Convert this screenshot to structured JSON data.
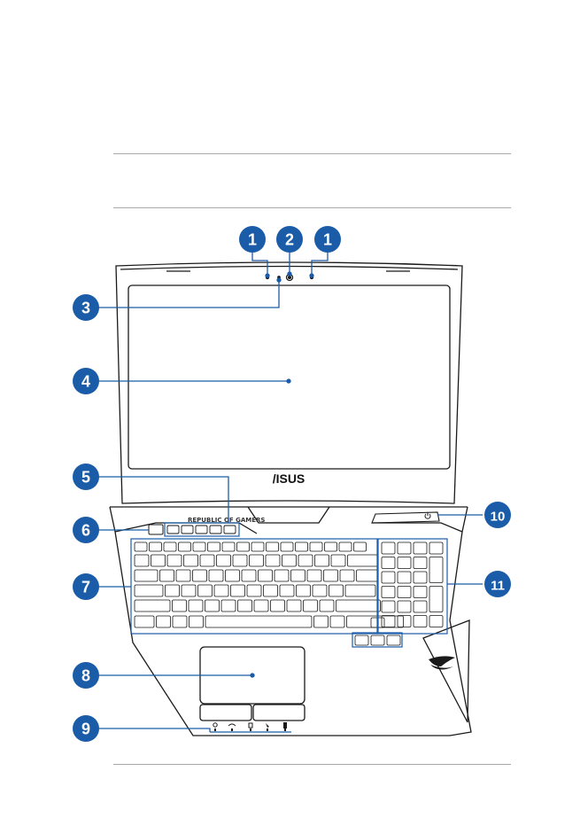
{
  "brand_logo": "/ISUS",
  "series_label": "REPUBLIC OF GAMERS",
  "colors": {
    "callout_fill": "#1a5ca8",
    "callout_line": "#1a5ca8",
    "outline": "#1a1a1a",
    "rule": "#a8a8a8"
  },
  "callouts": [
    {
      "num": "1",
      "target": "microphone-left"
    },
    {
      "num": "2",
      "target": "camera"
    },
    {
      "num": "1",
      "target": "microphone-right"
    },
    {
      "num": "3",
      "target": "camera-indicator"
    },
    {
      "num": "4",
      "target": "display-panel"
    },
    {
      "num": "5",
      "target": "hotkeys"
    },
    {
      "num": "6",
      "target": "power-button"
    },
    {
      "num": "7",
      "target": "keyboard"
    },
    {
      "num": "8",
      "target": "touchpad"
    },
    {
      "num": "9",
      "target": "status-indicators"
    },
    {
      "num": "10",
      "target": "power-indicator"
    },
    {
      "num": "11",
      "target": "numeric-keypad"
    }
  ],
  "icons": {
    "power": "power-icon",
    "status_indicators": [
      "power-indicator-icon",
      "wifi-indicator-icon",
      "drive-activity-icon",
      "airplane-mode-icon",
      "battery-charge-icon"
    ]
  }
}
